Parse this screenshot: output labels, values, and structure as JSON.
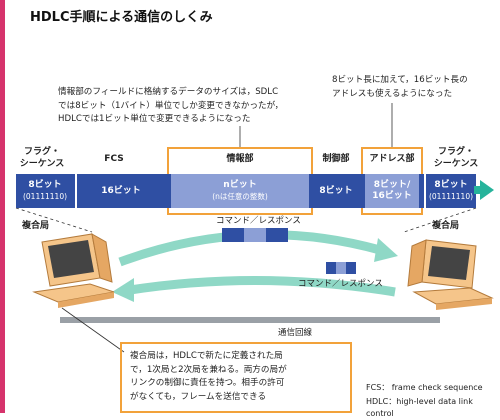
{
  "title": "HDLC手順による通信のしくみ",
  "notes": {
    "info_note": "情報部のフィールドに格納するデータのサイズは，SDLC\nでは8ビット（1バイト）単位でしか変更できなかったが，\nHDLCでは1ビット単位で変更できるようになった",
    "address_note": "8ビット長に加えて，16ビット長の\nアドレスも使えるようになった",
    "primary_note": "複合局は，HDLCで新たに定義された局\nで，1次局と2次局を兼ねる。両方の局が\nリンクの制御に責任を持つ。相手の許可\nがなくても，フレームを送信できる"
  },
  "frame": {
    "headers": {
      "flag_left": "フラグ・\nシーケンス",
      "fcs": "FCS",
      "info": "情報部",
      "control": "制御部",
      "address": "アドレス部",
      "flag_right": "フラグ・\nシーケンス"
    },
    "cells": {
      "flag_left_main": "8ビット",
      "flag_left_sub": "(01111110)",
      "fcs": "16ビット",
      "info_main": "nビット",
      "info_sub": "(nは任意の整数)",
      "control": "8ビット",
      "address": "8ビット/\n16ビット",
      "flag_right_main": "8ビット",
      "flag_right_sub": "(01111110)"
    }
  },
  "stations": {
    "left": "複合局",
    "right": "複合局"
  },
  "arrows": {
    "top_label": "コマンド／レスポンス",
    "bottom_label": "コマンド／レスポンス"
  },
  "line_label": "通信回線",
  "legend": {
    "fcs": "FCS：  frame check sequence",
    "hdlc": "HDLC：high-level data link control"
  },
  "colors": {
    "frame_blue": "#2f4fa3",
    "highlight_orange": "#f2a23a",
    "arrow_teal": "#26b39b",
    "sidebar_pink": "#d6336c"
  }
}
